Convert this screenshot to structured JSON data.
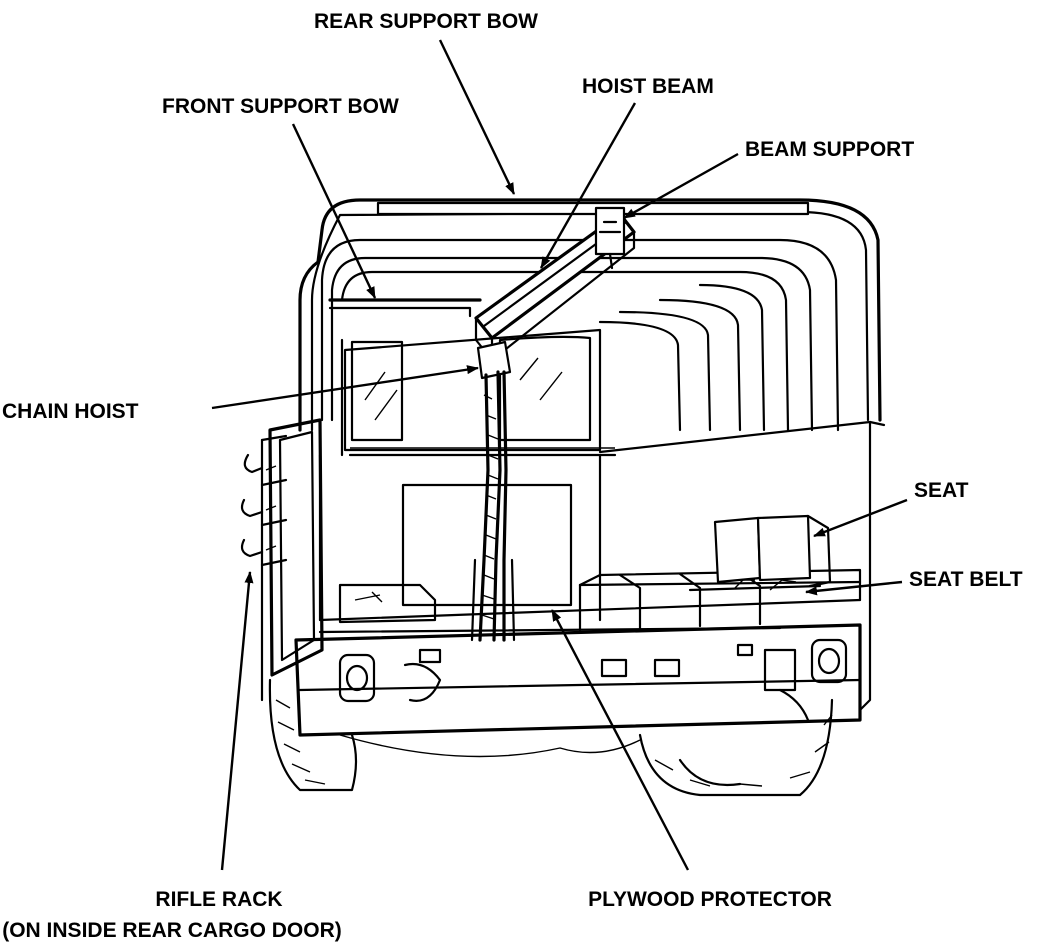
{
  "callouts": {
    "rear_support_bow": "REAR SUPPORT BOW",
    "hoist_beam": "HOIST BEAM",
    "front_support_bow": "FRONT SUPPORT BOW",
    "beam_support": "BEAM SUPPORT",
    "chain_hoist": "CHAIN HOIST",
    "seat": "SEAT",
    "seat_belt": "SEAT BELT",
    "rifle_rack_line1": "RIFLE RACK",
    "rifle_rack_line2": "(ON INSIDE REAR CARGO DOOR)",
    "plywood_protector": "PLYWOOD PROTECTOR"
  }
}
